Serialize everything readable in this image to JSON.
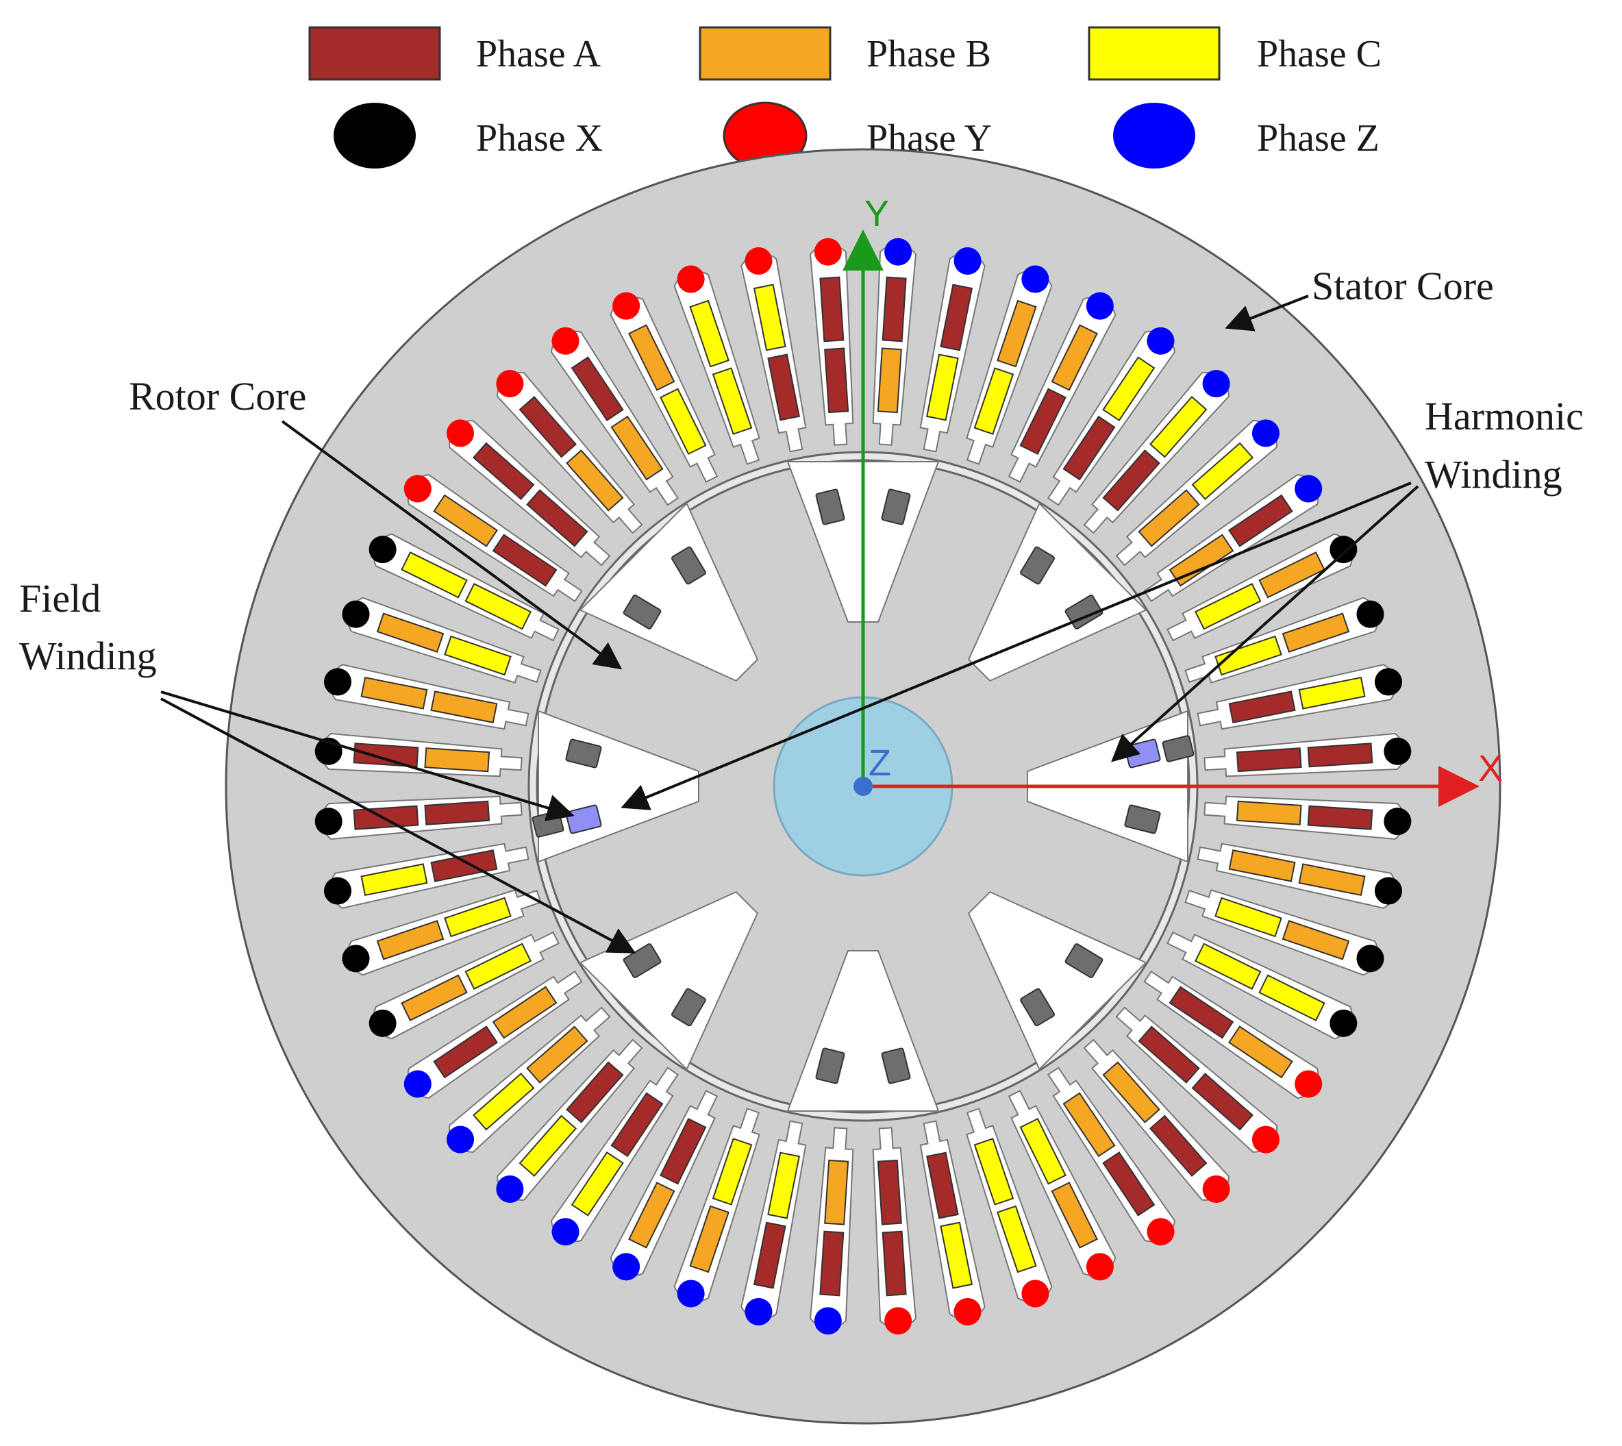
{
  "legend": {
    "items": [
      {
        "label": "Phase A",
        "color": "#a52a2a",
        "shape": "rect"
      },
      {
        "label": "Phase B",
        "color": "#f5a623",
        "shape": "rect"
      },
      {
        "label": "Phase C",
        "color": "#ffff00",
        "shape": "rect"
      },
      {
        "label": "Phase X",
        "color": "#000000",
        "shape": "circle"
      },
      {
        "label": "Phase Y",
        "color": "#ff0000",
        "shape": "circle"
      },
      {
        "label": "Phase Z",
        "color": "#0000ff",
        "shape": "circle"
      }
    ]
  },
  "annotations": {
    "stator_core": "Stator Core",
    "rotor_core": "Rotor Core",
    "harmonic_line1": "Harmonic",
    "harmonic_line2": "Winding",
    "field_line1": "Field",
    "field_line2": "Winding"
  },
  "axes": {
    "x": {
      "label": "X",
      "color": "#e02020"
    },
    "y": {
      "label": "Y",
      "color": "#1a9a1a"
    },
    "z": {
      "label": "Z",
      "color": "#3a6fd0"
    }
  },
  "colors": {
    "stator_core": "#cfcfcf",
    "rotor_core": "#cfcfcf",
    "slot": "#ffffff",
    "shaft": "#9ecfe3",
    "field_coil": "#6e6e6e",
    "harmonic_coil": "#8f8ff5"
  },
  "stator": {
    "slot_count": 48,
    "slots": [
      {
        "top": "Phase B",
        "bottom": "Phase A",
        "dot": "Phase Z"
      },
      {
        "top": "Phase C",
        "bottom": "Phase A",
        "dot": "Phase Z"
      },
      {
        "top": "Phase C",
        "bottom": "Phase B",
        "dot": "Phase Z"
      },
      {
        "top": "Phase A",
        "bottom": "Phase B",
        "dot": "Phase Z"
      },
      {
        "top": "Phase A",
        "bottom": "Phase C",
        "dot": "Phase Z"
      },
      {
        "top": "Phase A",
        "bottom": "Phase C",
        "dot": "Phase Z"
      },
      {
        "top": "Phase B",
        "bottom": "Phase C",
        "dot": "Phase Z"
      },
      {
        "top": "Phase B",
        "bottom": "Phase A",
        "dot": "Phase Z"
      },
      {
        "top": "Phase C",
        "bottom": "Phase B",
        "dot": "Phase X"
      },
      {
        "top": "Phase C",
        "bottom": "Phase B",
        "dot": "Phase X"
      },
      {
        "top": "Phase A",
        "bottom": "Phase C",
        "dot": "Phase X"
      },
      {
        "top": "Phase A",
        "bottom": "Phase A",
        "dot": "Phase X"
      },
      {
        "top": "Phase B",
        "bottom": "Phase A",
        "dot": "Phase X"
      },
      {
        "top": "Phase B",
        "bottom": "Phase B",
        "dot": "Phase X"
      },
      {
        "top": "Phase C",
        "bottom": "Phase B",
        "dot": "Phase X"
      },
      {
        "top": "Phase C",
        "bottom": "Phase C",
        "dot": "Phase X"
      },
      {
        "top": "Phase A",
        "bottom": "Phase B",
        "dot": "Phase Y"
      },
      {
        "top": "Phase A",
        "bottom": "Phase A",
        "dot": "Phase Y"
      },
      {
        "top": "Phase B",
        "bottom": "Phase A",
        "dot": "Phase Y"
      },
      {
        "top": "Phase B",
        "bottom": "Phase A",
        "dot": "Phase Y"
      },
      {
        "top": "Phase C",
        "bottom": "Phase B",
        "dot": "Phase Y"
      },
      {
        "top": "Phase C",
        "bottom": "Phase C",
        "dot": "Phase Y"
      },
      {
        "top": "Phase A",
        "bottom": "Phase C",
        "dot": "Phase Y"
      },
      {
        "top": "Phase A",
        "bottom": "Phase A",
        "dot": "Phase Y"
      },
      {
        "top": "Phase B",
        "bottom": "Phase A",
        "dot": "Phase Z"
      },
      {
        "top": "Phase C",
        "bottom": "Phase A",
        "dot": "Phase Z"
      },
      {
        "top": "Phase C",
        "bottom": "Phase B",
        "dot": "Phase Z"
      },
      {
        "top": "Phase A",
        "bottom": "Phase B",
        "dot": "Phase Z"
      },
      {
        "top": "Phase A",
        "bottom": "Phase C",
        "dot": "Phase Z"
      },
      {
        "top": "Phase A",
        "bottom": "Phase C",
        "dot": "Phase Z"
      },
      {
        "top": "Phase B",
        "bottom": "Phase C",
        "dot": "Phase Z"
      },
      {
        "top": "Phase B",
        "bottom": "Phase A",
        "dot": "Phase Z"
      },
      {
        "top": "Phase C",
        "bottom": "Phase B",
        "dot": "Phase X"
      },
      {
        "top": "Phase C",
        "bottom": "Phase B",
        "dot": "Phase X"
      },
      {
        "top": "Phase A",
        "bottom": "Phase C",
        "dot": "Phase X"
      },
      {
        "top": "Phase A",
        "bottom": "Phase A",
        "dot": "Phase X"
      },
      {
        "top": "Phase B",
        "bottom": "Phase A",
        "dot": "Phase X"
      },
      {
        "top": "Phase B",
        "bottom": "Phase B",
        "dot": "Phase X"
      },
      {
        "top": "Phase C",
        "bottom": "Phase B",
        "dot": "Phase X"
      },
      {
        "top": "Phase C",
        "bottom": "Phase C",
        "dot": "Phase X"
      },
      {
        "top": "Phase A",
        "bottom": "Phase B",
        "dot": "Phase Y"
      },
      {
        "top": "Phase A",
        "bottom": "Phase A",
        "dot": "Phase Y"
      },
      {
        "top": "Phase B",
        "bottom": "Phase A",
        "dot": "Phase Y"
      },
      {
        "top": "Phase B",
        "bottom": "Phase A",
        "dot": "Phase Y"
      },
      {
        "top": "Phase C",
        "bottom": "Phase B",
        "dot": "Phase Y"
      },
      {
        "top": "Phase C",
        "bottom": "Phase C",
        "dot": "Phase Y"
      },
      {
        "top": "Phase A",
        "bottom": "Phase C",
        "dot": "Phase Y"
      },
      {
        "top": "Phase A",
        "bottom": "Phase A",
        "dot": "Phase Y"
      }
    ]
  },
  "rotor": {
    "pole_count": 8
  }
}
